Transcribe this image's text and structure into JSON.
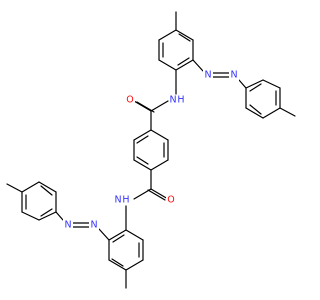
{
  "colors": {
    "nitrogen": "#3333ff",
    "oxygen": "#ff0d0d",
    "carbon_bond": "#000000"
  },
  "atoms": {
    "o_top": "O",
    "nh_top": "N",
    "h_top": "H",
    "azo_top_1": "N",
    "azo_top_2": "N",
    "o_bottom": "O",
    "nh_bottom": "N",
    "h_bottom": "H",
    "azo_bottom_1": "N",
    "azo_bottom_2": "N"
  }
}
